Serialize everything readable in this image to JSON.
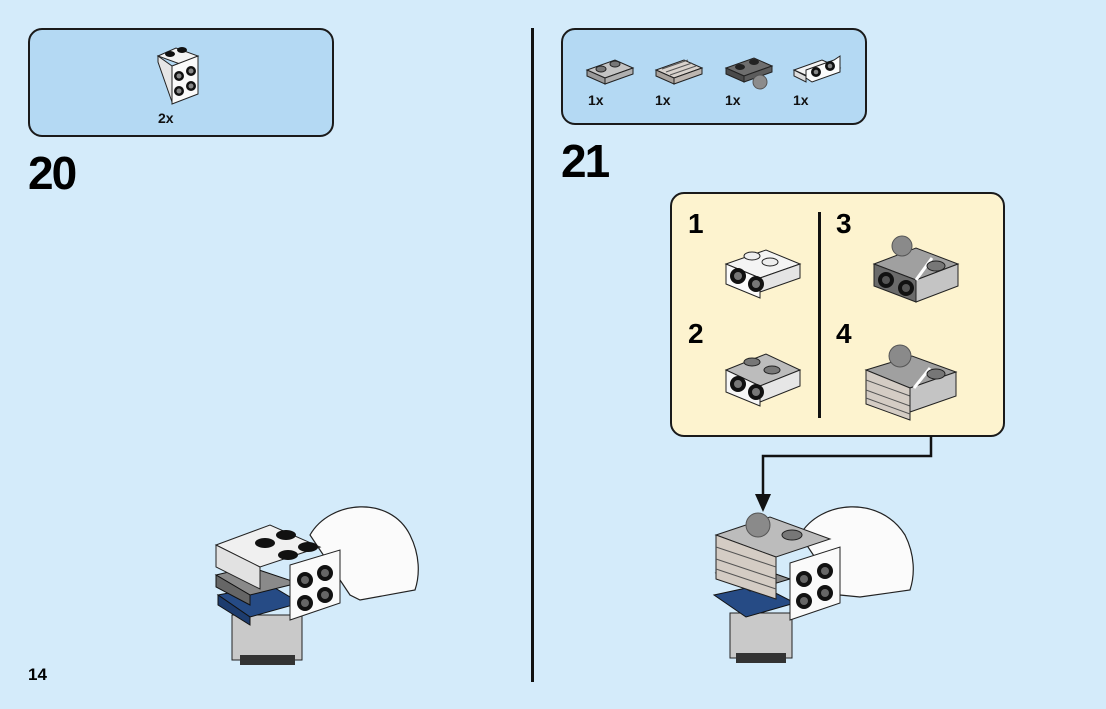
{
  "page": {
    "page_number": "14",
    "background_color": "#d4ebfa"
  },
  "steps": [
    {
      "number": "20",
      "parts": [
        {
          "name": "white bracket 1x2 - 2x2",
          "color": "white",
          "quantity": "2x"
        }
      ]
    },
    {
      "number": "21",
      "parts": [
        {
          "name": "light gray plate 1x2",
          "color": "light-gray",
          "quantity": "1x"
        },
        {
          "name": "light gray grille tile 1x2",
          "color": "light-gray",
          "quantity": "1x"
        },
        {
          "name": "dark gray plate with ball",
          "color": "dark-gray",
          "quantity": "1x"
        },
        {
          "name": "white bracket 1x2 - 1x2",
          "color": "white",
          "quantity": "1x"
        }
      ],
      "sub_steps": [
        {
          "number": "1"
        },
        {
          "number": "2"
        },
        {
          "number": "3"
        },
        {
          "number": "4"
        }
      ]
    }
  ],
  "colors": {
    "parts_box": "#b4d9f3",
    "sub_step_box": "#fdf3cf",
    "outline": "#1a1a1a"
  }
}
